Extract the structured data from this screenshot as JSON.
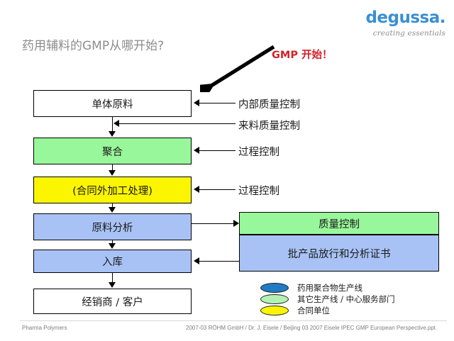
{
  "logo": {
    "brand": "degussa.",
    "tagline": "creating essentials",
    "brand_color": "#3b8fd4",
    "tagline_color": "#8d8d8d"
  },
  "title": "药用辅料的GMP从哪开始?",
  "callout": {
    "label": "GMP 开始！",
    "color": "#d2232a",
    "arrow": "diagonal-arrow-down-left"
  },
  "flow": {
    "nodes": [
      {
        "id": "monomer",
        "label": "单体原料",
        "fill": "#ffffff",
        "color_name": "white"
      },
      {
        "id": "polymerize",
        "label": "聚合",
        "fill": "#99f79b",
        "color_name": "green"
      },
      {
        "id": "toll-process",
        "label": "(合同外加工处理)",
        "fill": "#fbf500",
        "color_name": "yellow"
      },
      {
        "id": "raw-analysis",
        "label": "原料分析",
        "fill": "#a8c2f5",
        "color_name": "blue"
      },
      {
        "id": "warehouse",
        "label": "入库",
        "fill": "#a8c2f5",
        "color_name": "blue"
      },
      {
        "id": "distributor",
        "label": "经销商 / 客户",
        "fill": "#ffffff",
        "color_name": "white"
      }
    ],
    "side_labels": [
      {
        "id": "internal-qc",
        "label": "内部质量控制"
      },
      {
        "id": "incoming-qc",
        "label": "来料质量控制"
      },
      {
        "id": "process-control-1",
        "label": "过程控制"
      },
      {
        "id": "process-control-2",
        "label": "过程控制"
      }
    ],
    "right_nodes": [
      {
        "id": "quality-control",
        "label": "质量控制",
        "fill": "#99f79b",
        "color_name": "green"
      },
      {
        "id": "batch-release-coa",
        "label": "批产品放行和分析证书",
        "fill": "#a8c2f5",
        "color_name": "blue"
      }
    ]
  },
  "legend": {
    "items": [
      {
        "id": "pharma-polymer-line",
        "label": "药用聚合物生产线",
        "color": "#1f7cc4"
      },
      {
        "id": "other-line-service",
        "label": "其它生产线 / 中心服务部门",
        "color": "#b3f2b3"
      },
      {
        "id": "contract-unit",
        "label": "合同单位",
        "color": "#fbf500"
      }
    ]
  },
  "footer": {
    "left": "Pharma Polymers",
    "right": "2007-03 RÖHM GmbH / Dr. J. Eisele / Beijing 03 2007 Eisele IPEC GMP European Perspective.ppt"
  }
}
